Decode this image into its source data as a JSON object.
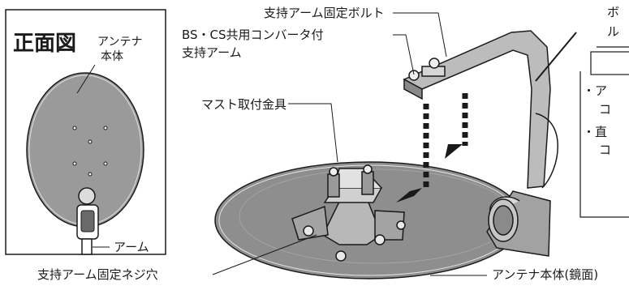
{
  "front_view": {
    "title": "正面図",
    "antenna_label_line1": "アンテナ",
    "antenna_label_line2": "本体",
    "arm_label": "アーム"
  },
  "labels": {
    "support_arm_bolt": "支持アーム固定ボルト",
    "converter_arm_line1": "BS・CS共用コンバータ付",
    "converter_arm_line2": "支持アーム",
    "mast_bracket": "マスト取付金具",
    "screw_hole": "支持アーム固定ネジ穴",
    "antenna_body_mirror": "アンテナ本体(鏡面)"
  },
  "cutoff_text": {
    "top_a": "ボ",
    "top_b": "ル",
    "bullet_1": "・ア",
    "bullet_1b": "コ",
    "bullet_2": "・直",
    "bullet_2b": "コ"
  },
  "colors": {
    "line": "#1a1a1a",
    "dish_fill": "#8c8c8c",
    "metal": "#bdbdbd"
  }
}
